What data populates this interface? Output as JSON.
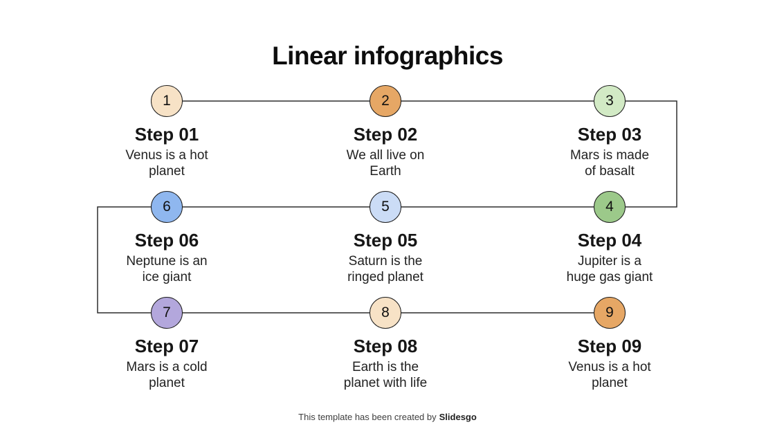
{
  "title": "Linear infographics",
  "line_color": "#2d2d2d",
  "footer": {
    "prefix": "This template has been created by",
    "brand": "Slidesgo"
  },
  "steps": [
    {
      "number": "1",
      "label": "Step 01",
      "description": [
        "Venus is a hot",
        "planet"
      ],
      "color": "#F7E2C6"
    },
    {
      "number": "2",
      "label": "Step 02",
      "description": [
        "We all live on",
        "Earth"
      ],
      "color": "#E6A765"
    },
    {
      "number": "3",
      "label": "Step 03",
      "description": [
        "Mars is made",
        "of basalt"
      ],
      "color": "#D2EAC5"
    },
    {
      "number": "6",
      "label": "Step 06",
      "description": [
        "Neptune is an",
        "ice giant"
      ],
      "color": "#8FB7EF"
    },
    {
      "number": "5",
      "label": "Step 05",
      "description": [
        "Saturn is the",
        "ringed planet"
      ],
      "color": "#CBDCF6"
    },
    {
      "number": "4",
      "label": "Step 04",
      "description": [
        "Jupiter is a",
        "huge gas giant"
      ],
      "color": "#9CC98A"
    },
    {
      "number": "7",
      "label": "Step 07",
      "description": [
        "Mars is a cold",
        "planet"
      ],
      "color": "#B3A7DC"
    },
    {
      "number": "8",
      "label": "Step 08",
      "description": [
        "Earth is the",
        "planet with life"
      ],
      "color": "#F7E2C6"
    },
    {
      "number": "9",
      "label": "Step 09",
      "description": [
        "Venus is a hot",
        "planet"
      ],
      "color": "#E6A765"
    }
  ]
}
